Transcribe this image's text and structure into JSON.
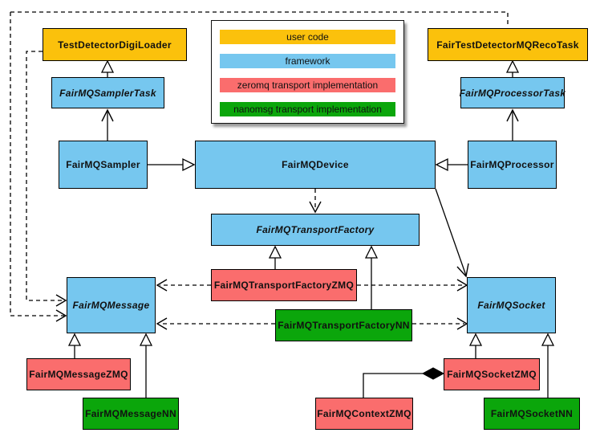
{
  "colors": {
    "user_code": "#FBC10C",
    "framework": "#76C7EF",
    "zeromq": "#FA6D6D",
    "nanomsg": "#0BA60B",
    "line": "#000000",
    "background": "#FFFFFF"
  },
  "legend": {
    "items": [
      {
        "label": "user code",
        "color": "#FBC10C"
      },
      {
        "label": "framework",
        "color": "#76C7EF"
      },
      {
        "label": "zeromq transport implementation",
        "color": "#FA6D6D"
      },
      {
        "label": "nanomsg transport implementation",
        "color": "#0BA60B"
      }
    ]
  },
  "nodes": {
    "test_detector_digi_loader": "TestDetectorDigiLoader",
    "fair_test_detector_mq_reco_task": "FairTestDetectorMQRecoTask",
    "fair_mq_sampler_task": "FairMQSamplerTask",
    "fair_mq_processor_task": "FairMQProcessorTask",
    "fair_mq_sampler": "FairMQSampler",
    "fair_mq_device": "FairMQDevice",
    "fair_mq_processor": "FairMQProcessor",
    "fair_mq_transport_factory": "FairMQTransportFactory",
    "fair_mq_transport_factory_zmq": "FairMQTransportFactoryZMQ",
    "fair_mq_transport_factory_nn": "FairMQTransportFactoryNN",
    "fair_mq_message": "FairMQMessage",
    "fair_mq_socket": "FairMQSocket",
    "fair_mq_message_zmq": "FairMQMessageZMQ",
    "fair_mq_message_nn": "FairMQMessageNN",
    "fair_mq_socket_zmq": "FairMQSocketZMQ",
    "fair_mq_socket_nn": "FairMQSocketNN",
    "fair_mq_context_zmq": "FairMQContextZMQ"
  }
}
